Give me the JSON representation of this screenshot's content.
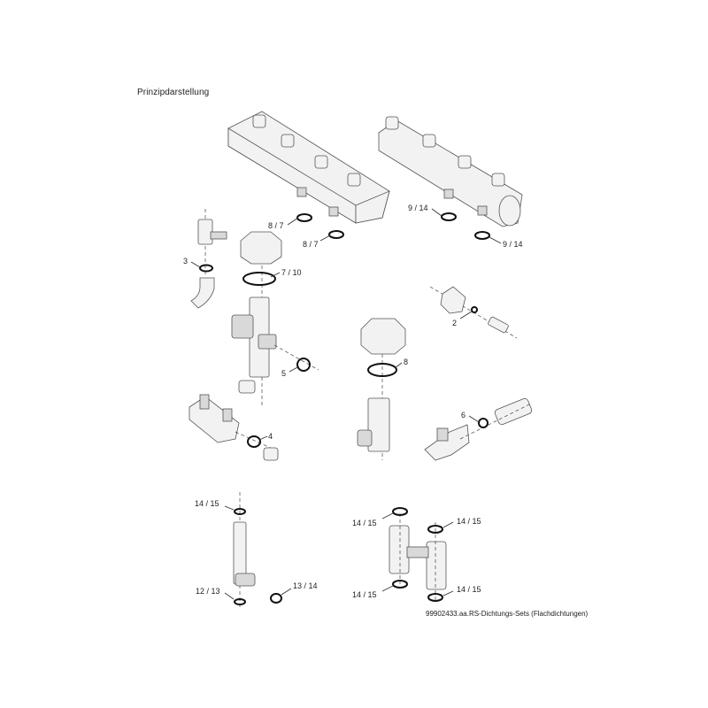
{
  "title": "Prinzipdarstellung",
  "footer": "99902433.aa.RS-Dichtungs-Sets (Flachdichtungen)",
  "callouts": {
    "c_8_7_a": "8 / 7",
    "c_8_7_b": "8 / 7",
    "c_9_14_a": "9 / 14",
    "c_9_14_b": "9 / 14",
    "c_3": "3",
    "c_7_10": "7 / 10",
    "c_2": "2",
    "c_5": "5",
    "c_8": "8",
    "c_6": "6",
    "c_4": "4",
    "c_14_15_a": "14 / 15",
    "c_12_13": "12 / 13",
    "c_13_14": "13 / 14",
    "c_14_15_b": "14 / 15",
    "c_14_15_c": "14 / 15",
    "c_14_15_d": "14 / 15",
    "c_14_15_e": "14 / 15"
  }
}
